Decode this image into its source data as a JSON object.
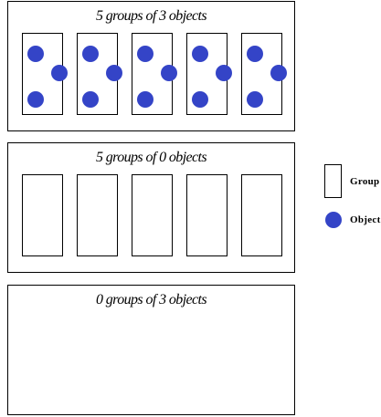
{
  "colors": {
    "object": "#3444c7",
    "stroke": "#000000",
    "background": "#ffffff"
  },
  "panels": [
    {
      "title": "5 groups of 3 objects",
      "groups": 5,
      "objects_per_group": 3
    },
    {
      "title": "5 groups of 0 objects",
      "groups": 5,
      "objects_per_group": 0
    },
    {
      "title": "0 groups of 3 objects",
      "groups": 0,
      "objects_per_group": 3
    }
  ],
  "legend": {
    "group_label": "Group",
    "object_label": "Object"
  }
}
